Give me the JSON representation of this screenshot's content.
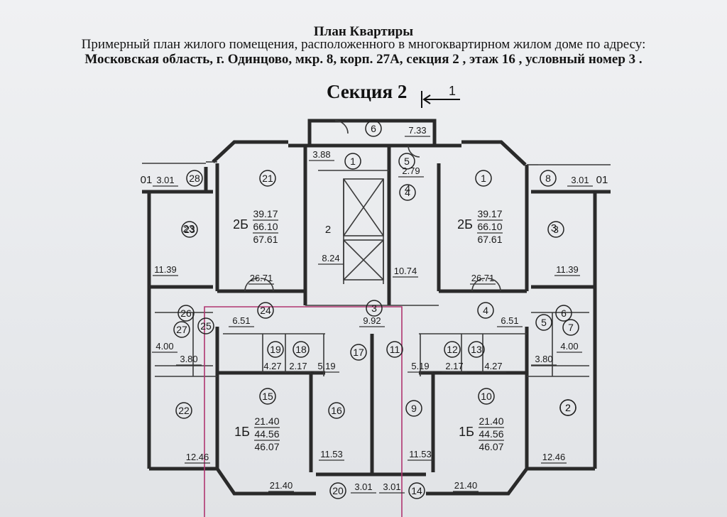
{
  "header": {
    "title": "План Квартиры",
    "subtitle": "Примерный план  жилого помещения, расположенного в многоквартирном жилом доме по адресу:",
    "address": "Московская область, г. Одинцово, мкр. 8,  корп. 27А, секция 2 , этаж 16 , условный номер 3 ."
  },
  "section": {
    "label": "Секция 2",
    "arrow_label": "1"
  },
  "apartments": [
    {
      "type": "2Б",
      "living": "39.17",
      "total": "66.10",
      "total_balcony": "67.61"
    },
    {
      "type": "2Б",
      "living": "39.17",
      "total": "66.10",
      "total_balcony": "67.61"
    },
    {
      "type": "1Б",
      "living": "21.40",
      "total": "44.56",
      "total_balcony": "46.07"
    },
    {
      "type": "1Б",
      "living": "21.40",
      "total": "44.56",
      "total_balcony": "46.07"
    }
  ],
  "circled": [
    "28",
    "21",
    "6",
    "1",
    "5",
    "1",
    "8",
    "2",
    "4",
    "23",
    "3",
    "24",
    "3",
    "4",
    "26",
    "6",
    "27",
    "25",
    "19",
    "18",
    "17",
    "11",
    "12",
    "13",
    "5",
    "7",
    "15",
    "16",
    "9",
    "10",
    "22",
    "2",
    "20",
    "14"
  ],
  "areas": [
    "3.01",
    "3.01",
    "7.33",
    "3.88",
    "2.79",
    "26.71",
    "26.71",
    "8.24",
    "10.74",
    "11.39",
    "11.39",
    "6.51",
    "9.92",
    "6.51",
    "4.00",
    "4.00",
    "3.80",
    "4.27",
    "2.17",
    "5.19",
    "5.19",
    "2.17",
    "4.27",
    "3.80",
    "11.53",
    "11.53",
    "12.46",
    "12.46",
    "21.40",
    "21.40",
    "3.01",
    "3.01"
  ],
  "plain_numbers": [
    "01",
    "01",
    "2",
    "4",
    "3",
    "23"
  ]
}
